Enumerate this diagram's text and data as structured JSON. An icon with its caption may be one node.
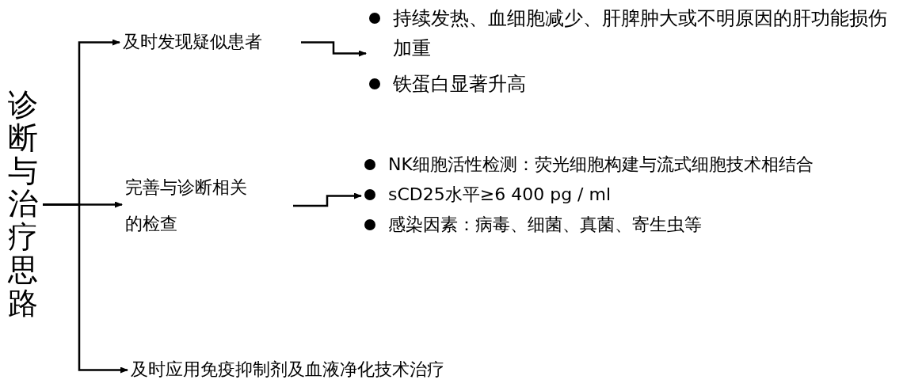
{
  "diagram": {
    "nodes": [
      {
        "text": [
          "诊断与治疗思路"
        ]
      },
      {
        "text": [
          "及时发现疑似患者"
        ]
      },
      {
        "text": [
          "完善与诊断相关的检查"
        ]
      },
      {
        "text": [
          "及时应用免疫抑制剂及血液净化技术治疗"
        ]
      },
      {
        "text": [
          "持续发热、血细胞减少、肝脾肿大或不明原因的肝功能损伤加重",
          "铁蛋白显著升高"
        ]
      },
      {
        "text": [
          "NK细胞活性检测：荧光细胞构建与流式细胞技术相结合",
          "sCD25水平≥6 400 pg / ml",
          "感染因素：病毒、细菌、真菌、寄生虫等"
        ]
      }
    ],
    "edges": [
      {
        "from": 0,
        "to": 1,
        "arrow": "to"
      },
      {
        "from": 0,
        "to": 2,
        "arrow": "to"
      },
      {
        "from": 0,
        "to": 3,
        "arrow": "to"
      },
      {
        "from": 1,
        "to": 4,
        "arrow": "to"
      },
      {
        "from": 2,
        "to": 5,
        "arrow": "to"
      }
    ]
  }
}
